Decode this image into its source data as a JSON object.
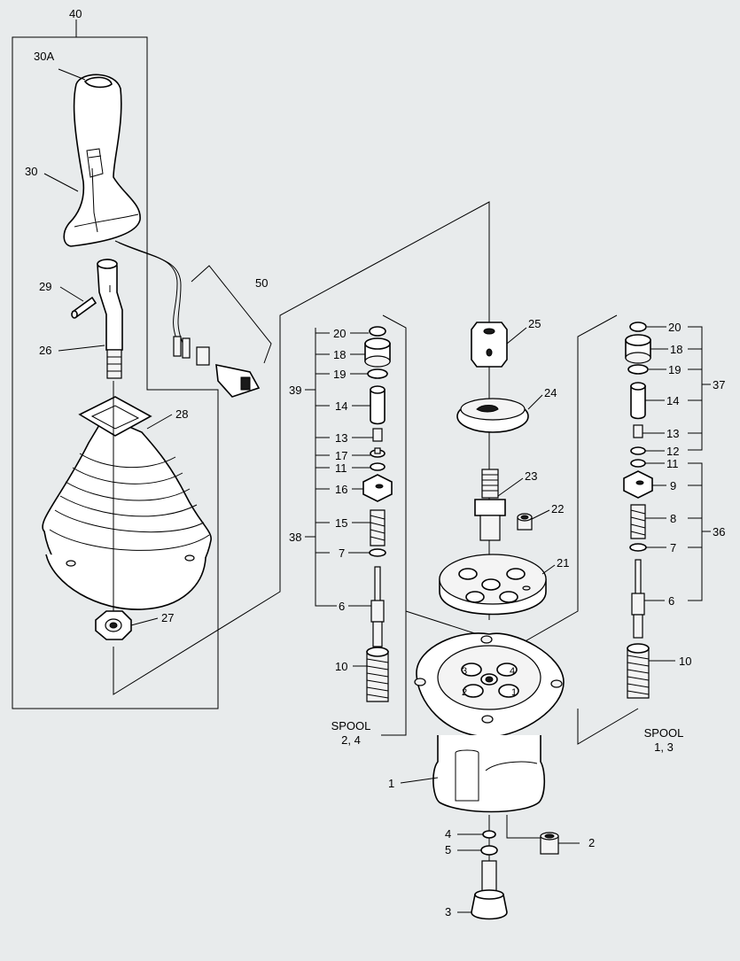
{
  "colors": {
    "background": "#e8ebec",
    "line": "#000000",
    "part_fill": "#ffffff"
  },
  "callouts": [
    {
      "id": "c40",
      "text": "40"
    },
    {
      "id": "c30A",
      "text": "30A"
    },
    {
      "id": "c30",
      "text": "30"
    },
    {
      "id": "c29",
      "text": "29"
    },
    {
      "id": "c26",
      "text": "26"
    },
    {
      "id": "c28",
      "text": "28"
    },
    {
      "id": "c27",
      "text": "27"
    },
    {
      "id": "c50",
      "text": "50"
    },
    {
      "id": "c20L",
      "text": "20"
    },
    {
      "id": "c18L",
      "text": "18"
    },
    {
      "id": "c19L",
      "text": "19"
    },
    {
      "id": "c39",
      "text": "39"
    },
    {
      "id": "c14L",
      "text": "14"
    },
    {
      "id": "c13L",
      "text": "13"
    },
    {
      "id": "c17",
      "text": "17"
    },
    {
      "id": "c11L",
      "text": "11"
    },
    {
      "id": "c16",
      "text": "16"
    },
    {
      "id": "c38",
      "text": "38"
    },
    {
      "id": "c15",
      "text": "15"
    },
    {
      "id": "c7L",
      "text": "7"
    },
    {
      "id": "c6L",
      "text": "6"
    },
    {
      "id": "c10L",
      "text": "10"
    },
    {
      "id": "c25",
      "text": "25"
    },
    {
      "id": "c24",
      "text": "24"
    },
    {
      "id": "c23",
      "text": "23"
    },
    {
      "id": "c22",
      "text": "22"
    },
    {
      "id": "c21",
      "text": "21"
    },
    {
      "id": "c1",
      "text": "1"
    },
    {
      "id": "c4",
      "text": "4"
    },
    {
      "id": "c5",
      "text": "5"
    },
    {
      "id": "c3",
      "text": "3"
    },
    {
      "id": "c2",
      "text": "2"
    },
    {
      "id": "c20R",
      "text": "20"
    },
    {
      "id": "c18R",
      "text": "18"
    },
    {
      "id": "c19R",
      "text": "19"
    },
    {
      "id": "c37",
      "text": "37"
    },
    {
      "id": "c14R",
      "text": "14"
    },
    {
      "id": "c13R",
      "text": "13"
    },
    {
      "id": "c12",
      "text": "12"
    },
    {
      "id": "c11R",
      "text": "11"
    },
    {
      "id": "c9",
      "text": "9"
    },
    {
      "id": "c8",
      "text": "8"
    },
    {
      "id": "c36",
      "text": "36"
    },
    {
      "id": "c7R",
      "text": "7"
    },
    {
      "id": "c6R",
      "text": "6"
    },
    {
      "id": "c10R",
      "text": "10"
    }
  ],
  "spool_left": {
    "line1": "SPOOL",
    "line2": "2, 4"
  },
  "spool_right": {
    "line1": "SPOOL",
    "line2": "1, 3"
  },
  "port_numbers": [
    "3",
    "4",
    "2",
    "1"
  ]
}
